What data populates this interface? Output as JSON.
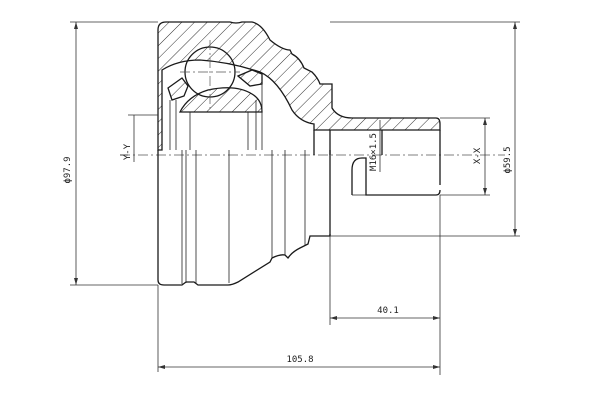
{
  "drawing": {
    "title": "CV joint outer - technical drawing",
    "line_color": "#1a1a1a",
    "background": "#ffffff"
  },
  "dimensions": {
    "outer_diameter": "ϕ97.9",
    "shaft_diameter": "ϕ59.5",
    "thread": "M16×1.5",
    "stub_length": "40.1",
    "overall_length": "105.8"
  },
  "section_marks": {
    "left": "Y-Y",
    "right": "X-X"
  }
}
